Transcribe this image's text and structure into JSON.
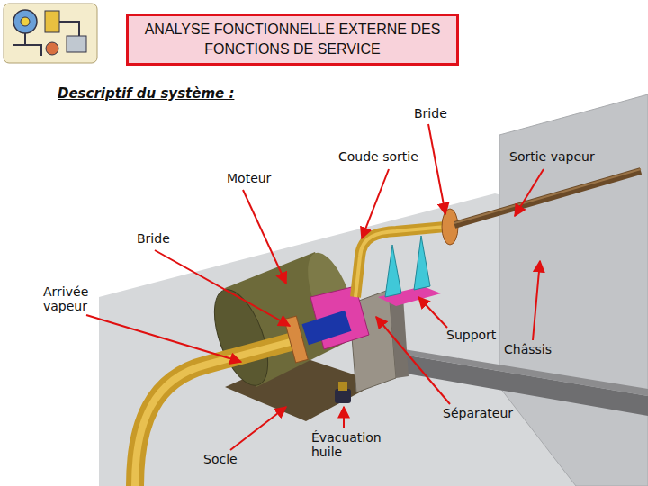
{
  "diagram": {
    "title": "ANALYSE FONCTIONNELLE EXTERNE DES FONCTIONS DE SERVICE",
    "labels": [
      "Descriptif du système :",
      "Bride",
      "Coude sortie",
      "Sortie vapeur",
      "Moteur",
      "Bride",
      "Arrivée vapeur",
      "Support",
      "Châssis",
      "Séparateur",
      "Socle",
      "Évacuation huile"
    ]
  }
}
